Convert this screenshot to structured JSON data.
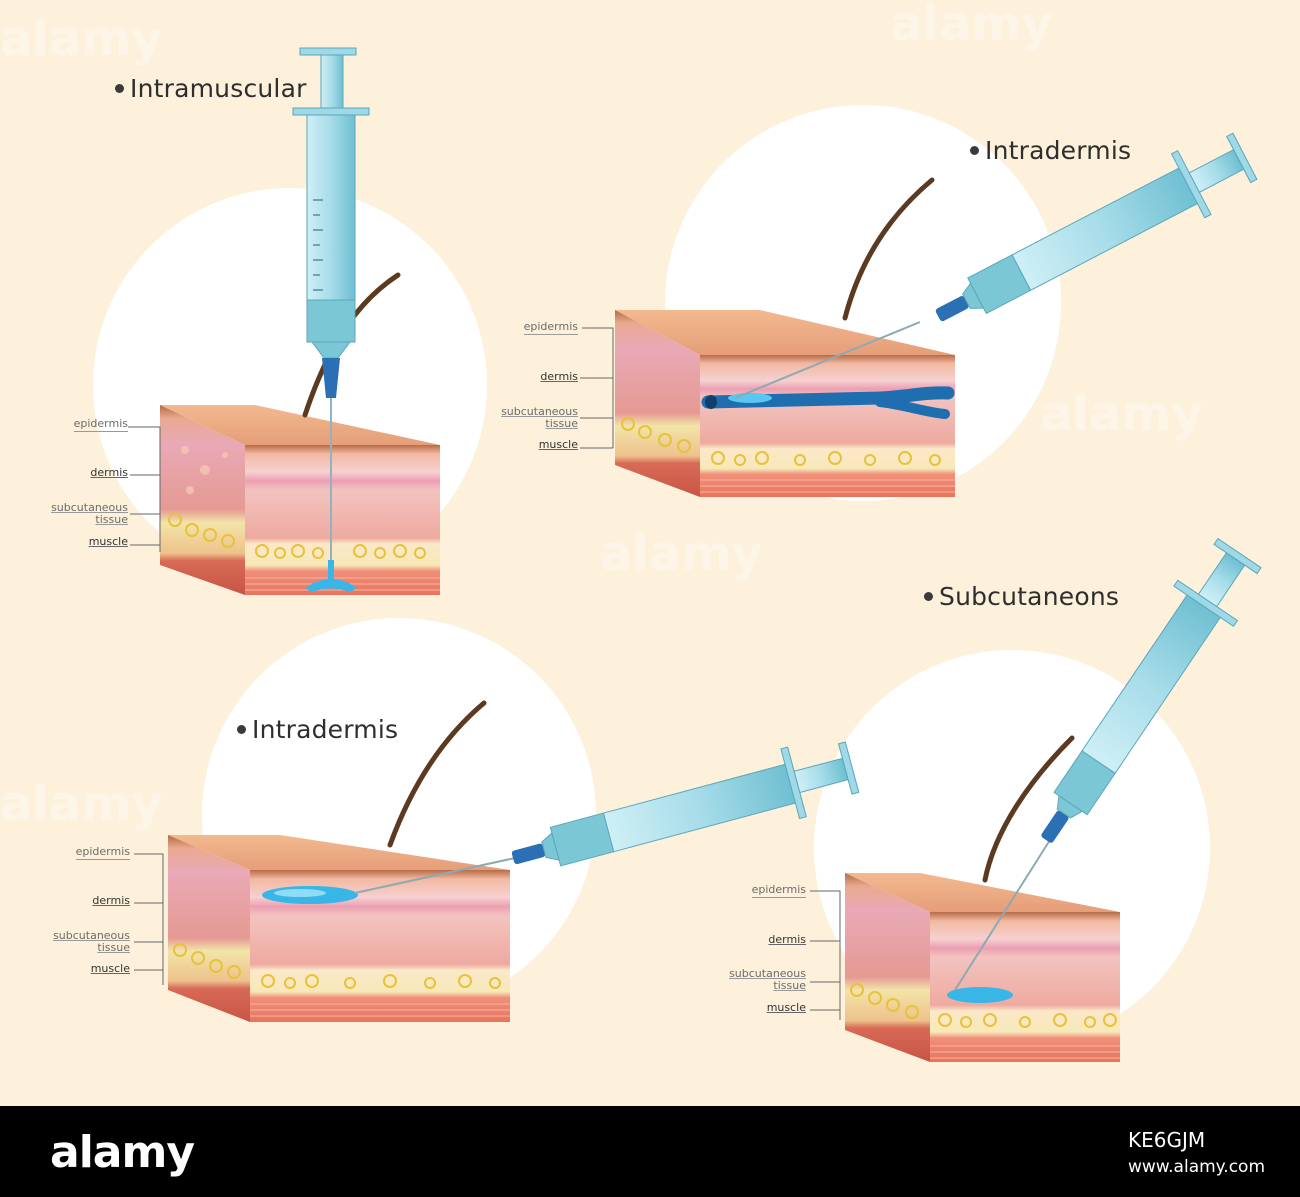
{
  "panels": [
    {
      "title": "Intramuscular",
      "labels": [
        "epidermis",
        "dermis",
        "subcutaneous tissue",
        "muscle"
      ]
    },
    {
      "title": "Intradermis",
      "labels": [
        "epidermis",
        "dermis",
        "subcutaneous tissue",
        "muscle"
      ]
    },
    {
      "title": "Intradermis",
      "labels": [
        "epidermis",
        "dermis",
        "subcutaneous tissue",
        "muscle"
      ]
    },
    {
      "title": "Subcutaneons",
      "labels": [
        "epidermis",
        "dermis",
        "subcutaneous tissue",
        "muscle"
      ]
    }
  ],
  "footer": {
    "brand": "alamy",
    "image_code": "KE6GJM",
    "url": "www.alamy.com"
  },
  "colors": {
    "background": "#fdf1dc",
    "circle": "#ffffff",
    "syringe": "#9fd8e6",
    "fluid": "#38b6e8",
    "vein": "#1f6fb0",
    "hair": "#5b3a21"
  }
}
